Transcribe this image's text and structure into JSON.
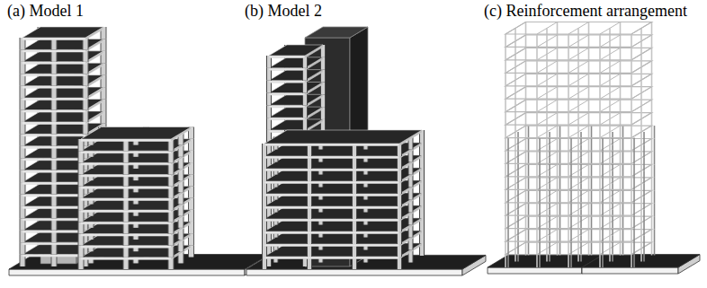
{
  "diagram": {
    "labels": [
      "(a) Model 1",
      "(b) Model 2",
      "(c) Reinforcement arrangement"
    ]
  }
}
